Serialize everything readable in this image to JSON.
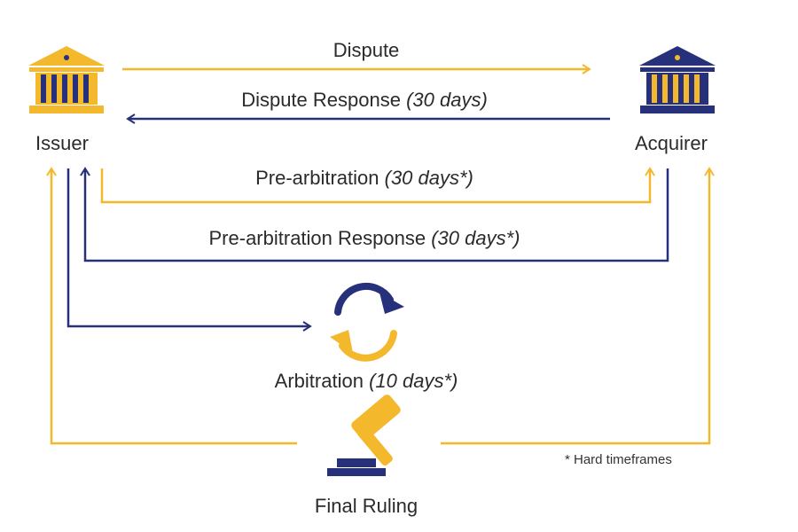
{
  "colors": {
    "yellow": "#F4B82C",
    "navy": "#27307A",
    "text": "#2b2b2b"
  },
  "nodes": {
    "issuer": {
      "label": "Issuer",
      "icon": "bank-icon"
    },
    "acquirer": {
      "label": "Acquirer",
      "icon": "bank-icon"
    },
    "arbitration": {
      "label": "Arbitration",
      "suffix": "(10 days*)",
      "icon": "cycle-arrows-icon"
    },
    "final_ruling": {
      "label": "Final Ruling",
      "icon": "gavel-icon"
    }
  },
  "flows": [
    {
      "label": "Dispute",
      "suffix": ""
    },
    {
      "label": "Dispute Response",
      "suffix": "(30 days)"
    },
    {
      "label": "Pre-arbitration",
      "suffix": "(30 days*)"
    },
    {
      "label": "Pre-arbitration Response",
      "suffix": "(30 days*)"
    }
  ],
  "footnote": "* Hard timeframes"
}
